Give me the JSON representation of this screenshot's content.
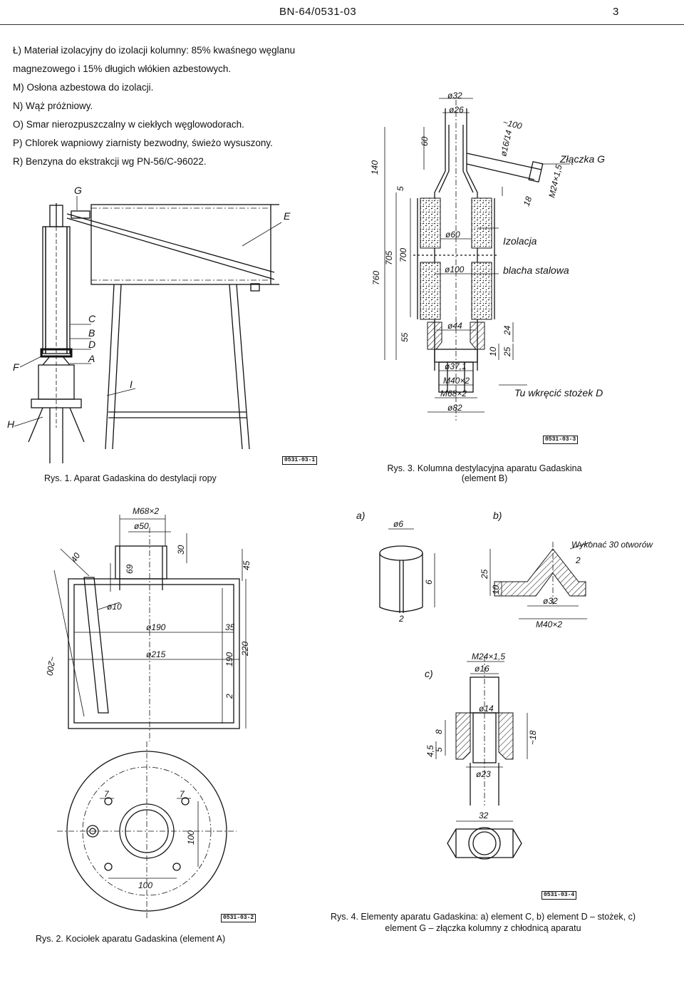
{
  "header": {
    "doc_code": "BN-64/0531-03",
    "page_number": "3"
  },
  "list_items": [
    "Ł) Materiał izolacyjny do izolacji kolumny: 85% kwaśnego węglanu magnezowego i 15% długich włókien azbestowych.",
    "M) Osłona azbestowa do izolacji.",
    "N) Wąż próżniowy.",
    "O) Smar nierozpuszczalny w ciekłych węglowodorach.",
    "P) Chlorek wapniowy ziarnisty bezwodny, świeżo wysuszony.",
    "R) Benzyna do ekstrakcji wg PN-56/C-96022."
  ],
  "figures": {
    "fig1": {
      "caption": "Rys. 1. Aparat Gadaskina do destylacji ropy",
      "tag": "0531-03-1",
      "labels": {
        "G": "G",
        "E": "E",
        "C": "C",
        "B": "B",
        "D": "D",
        "A": "A",
        "F": "F",
        "I": "I",
        "H": "H"
      }
    },
    "fig2": {
      "caption": "Rys. 2. Kociołek aparatu Gadaskina (element A)",
      "tag": "0531-03-2",
      "dims": {
        "thread": "M68×2",
        "d50": "ø50",
        "h40": "40",
        "h69": "69",
        "h30": "30",
        "h45": "45",
        "d10": "ø10",
        "d190": "ø190",
        "h35": "35",
        "d215": "ø215",
        "h190": "190",
        "h220": "220",
        "h2": "2",
        "h200": "~200",
        "w7a": "7",
        "w7b": "7",
        "w100": "100",
        "h100": "100"
      }
    },
    "fig3": {
      "caption": "Rys. 3. Kolumna destylacyjna aparatu Gadaskina (element B)",
      "tag": "0531-03-3",
      "dims": {
        "d32": "ø32",
        "d26": "ø26",
        "h60": "60",
        "h140": "140",
        "h5": "5",
        "a100": "~100",
        "d16": "ø16/14",
        "thread24": "M24×1,5",
        "h18": "18",
        "d60": "ø60",
        "h760": "760",
        "h705": "705",
        "h700": "700",
        "d100": "ø100",
        "d44": "ø44",
        "h55": "55",
        "h24": "24",
        "h10": "10",
        "h25": "25",
        "d371": "ø37,1",
        "m40": "M40×2",
        "m68": "M68×2",
        "d82": "ø82"
      },
      "notes": {
        "zlaczka": "Złączka G",
        "izolacja": "Izolacja",
        "blacha": "blacha stalowa",
        "stozek": "Tu wkręcić stożek D"
      }
    },
    "fig4": {
      "caption": "Rys. 4. Elementy aparatu Gadaskina: a) element C, b) element D – stożek, c) element G – złączka kolumny z chłodnicą aparatu",
      "tag": "0531-03-4",
      "sub_a": "a)",
      "sub_b": "b)",
      "sub_c": "c)",
      "dims": {
        "d6": "ø6",
        "h6": "6",
        "w2": "2",
        "h25": "25",
        "h10": "10",
        "d32": "ø32",
        "m40": "M40×2",
        "note": "Wykonać 30 otworów",
        "a2": "2",
        "m24": "M24×1,5",
        "d16": "ø16",
        "d14": "ø14",
        "h8": "8",
        "h45": "4,5",
        "h5": "5",
        "h18": "~18",
        "d23": "ø23",
        "w32": "32"
      }
    }
  }
}
